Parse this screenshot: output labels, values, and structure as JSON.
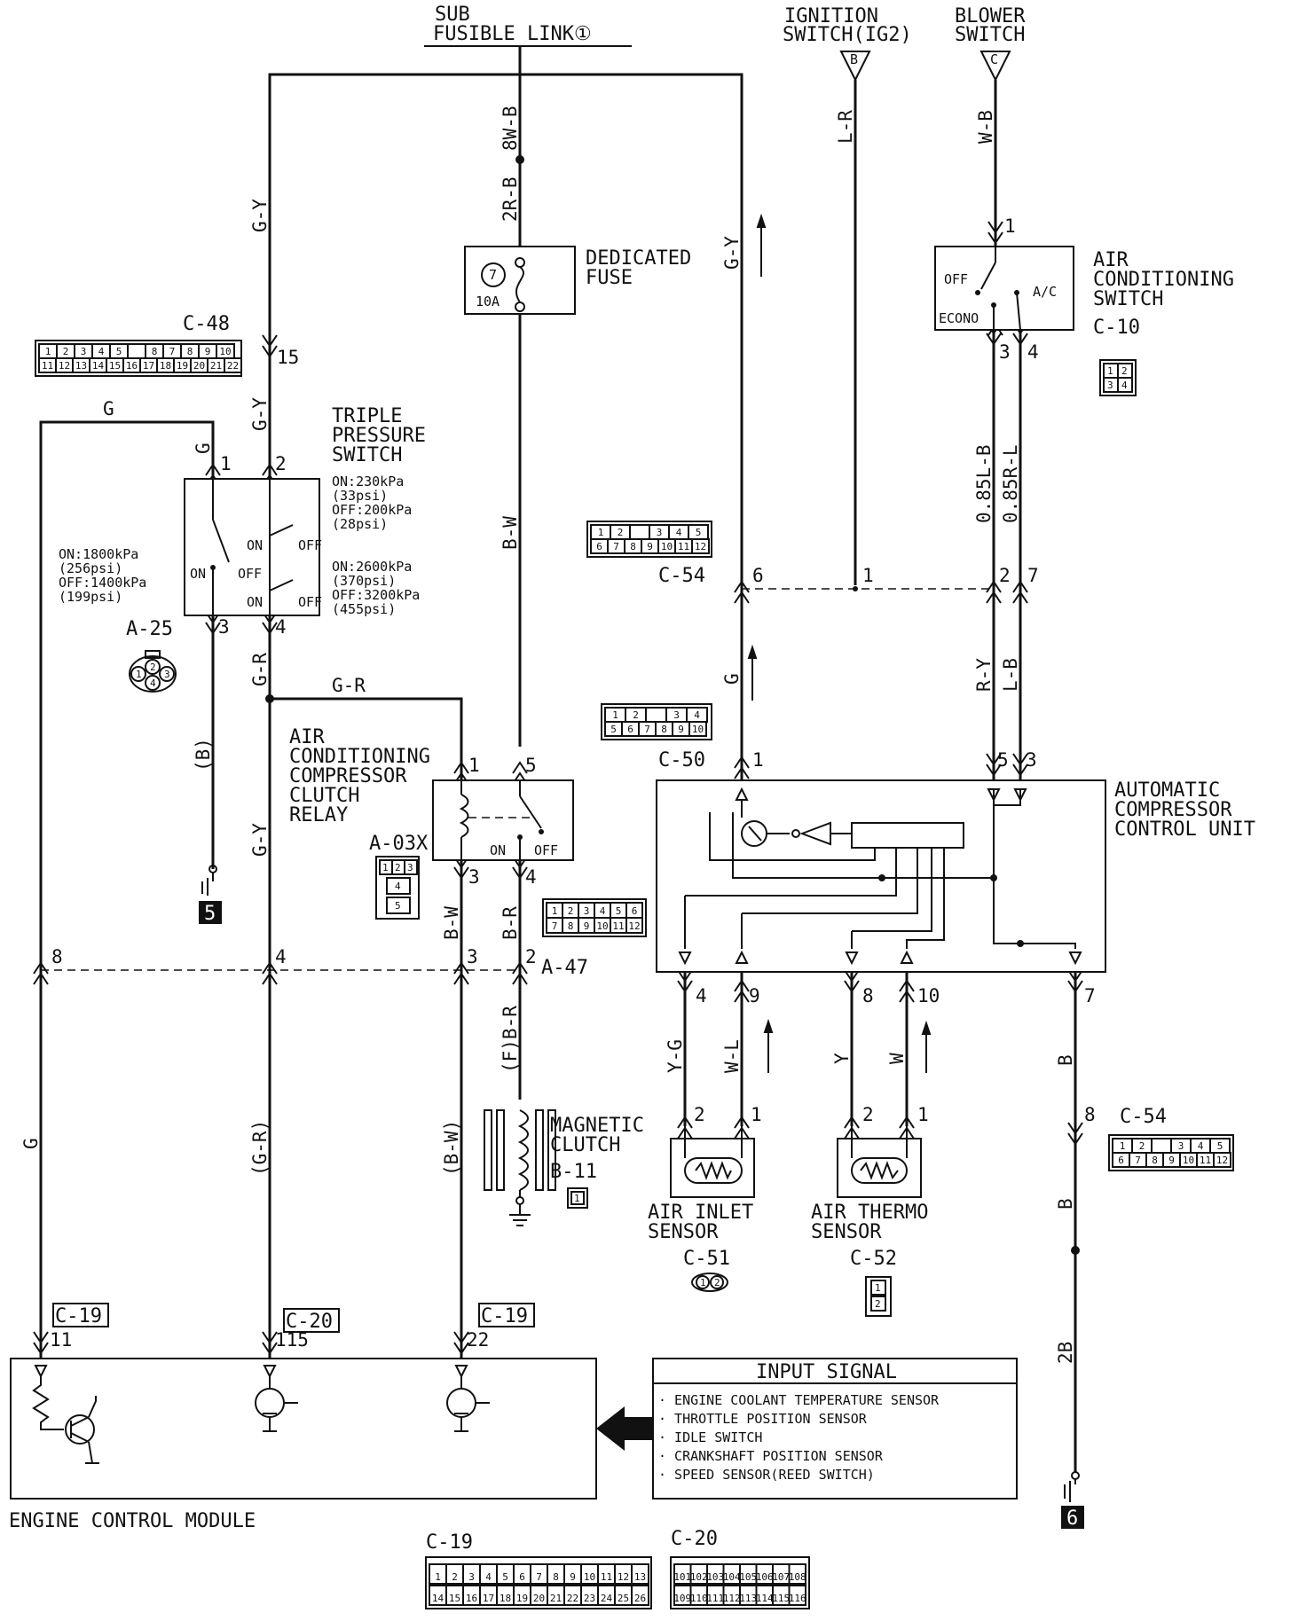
{
  "sources": {
    "sub_fusible_link": [
      "SUB",
      "FUSIBLE LINK①"
    ],
    "ignition_switch": [
      "IGNITION",
      "SWITCH(IG2)"
    ],
    "ignition_switch_ref": "B",
    "blower_switch": [
      "BLOWER",
      "SWITCH"
    ],
    "blower_switch_ref": "C"
  },
  "components": {
    "dedicated_fuse": {
      "label": [
        "DEDICATED",
        "FUSE"
      ],
      "number": "7",
      "rating": "10A"
    },
    "ac_switch": {
      "label": [
        "AIR",
        "CONDITIONING",
        "SWITCH"
      ],
      "id": "C-10",
      "off": "OFF",
      "ac": "A/C",
      "econo": "ECONO"
    },
    "triple_switch": {
      "label": [
        "TRIPLE",
        "PRESSURE",
        "SWITCH"
      ],
      "spec_low": [
        "ON:230kPa",
        "(33psi)",
        "OFF:200kPa",
        "(28psi)"
      ],
      "spec_high": [
        "ON:2600kPa",
        "(370psi)",
        "OFF:3200kPa",
        "(455psi)"
      ],
      "spec_mid": [
        "ON:1800kPa",
        "(256psi)",
        "OFF:1400kPa",
        "(199psi)"
      ],
      "on": "ON",
      "off": "OFF"
    },
    "relay": {
      "label": [
        "AIR",
        "CONDITIONING",
        "COMPRESSOR",
        "CLUTCH",
        "RELAY"
      ],
      "id": "A-03X",
      "on": "ON",
      "off": "OFF"
    },
    "accu": {
      "label": [
        "AUTOMATIC",
        "COMPRESSOR",
        "CONTROL UNIT"
      ]
    },
    "magnetic_clutch": {
      "label": [
        "MAGNETIC",
        "CLUTCH"
      ],
      "id": "B-11",
      "pin": "1"
    },
    "air_inlet_sensor": {
      "label": [
        "AIR INLET",
        "SENSOR"
      ],
      "id": "C-51"
    },
    "air_thermo_sensor": {
      "label": [
        "AIR THERMO",
        "SENSOR"
      ],
      "id": "C-52"
    },
    "ecm": {
      "label": "ENGINE CONTROL MODULE"
    }
  },
  "connectors": {
    "c48": {
      "id": "C-48",
      "top": [
        "1",
        "2",
        "3",
        "4",
        "5",
        "",
        "8",
        "7",
        "8",
        "9",
        "10"
      ],
      "bottom": [
        "11",
        "12",
        "13",
        "14",
        "15",
        "16",
        "17",
        "18",
        "19",
        "20",
        "21",
        "22"
      ]
    },
    "a25": {
      "id": "A-25",
      "pins": [
        "1",
        "2",
        "4",
        "3"
      ]
    },
    "c54": {
      "id": "C-54",
      "top": [
        "1",
        "2",
        "",
        "3",
        "4",
        "5"
      ],
      "bottom": [
        "6",
        "7",
        "8",
        "9",
        "10",
        "11",
        "12"
      ]
    },
    "c50": {
      "id": "C-50",
      "top": [
        "1",
        "2",
        "",
        "3",
        "4"
      ],
      "bottom": [
        "5",
        "6",
        "7",
        "8",
        "9",
        "10"
      ]
    },
    "a03x": {
      "pins": [
        "1",
        "2",
        "3",
        "4",
        "5"
      ]
    },
    "a47": {
      "id": "A-47",
      "top": [
        "1",
        "2",
        "3",
        "4",
        "5",
        "6"
      ],
      "bottom": [
        "7",
        "8",
        "9",
        "10",
        "11",
        "12"
      ]
    },
    "c10": {
      "pins": [
        "1",
        "2",
        "3",
        "4"
      ]
    },
    "c52": {
      "pins": [
        "1",
        "2"
      ]
    },
    "c51": {
      "pins": [
        "1",
        "2"
      ]
    },
    "c19": {
      "id": "C-19",
      "top": [
        "1",
        "2",
        "3",
        "4",
        "5",
        "6",
        "7",
        "8",
        "9",
        "10",
        "11",
        "12",
        "13"
      ],
      "bottom": [
        "14",
        "15",
        "16",
        "17",
        "18",
        "19",
        "20",
        "21",
        "22",
        "23",
        "24",
        "25",
        "26"
      ]
    },
    "c20": {
      "id": "C-20",
      "top": [
        "101",
        "102",
        "103",
        "104",
        "105",
        "106",
        "107",
        "108"
      ],
      "bottom": [
        "109",
        "110",
        "111",
        "112",
        "113",
        "114",
        "115",
        "116"
      ]
    }
  },
  "wires": {
    "fl_8w": "8W-B",
    "fl_2r": "2R-B",
    "gy": "G-Y",
    "bw": "B-W",
    "lr": "L-R",
    "wb": "W-B",
    "l85": "0.85L-B",
    "r85": "0.85R-L",
    "ry": "R-Y",
    "lb": "L-B",
    "g": "G",
    "gr": "G-R",
    "b_paren": "(B)",
    "g_r_paren": "(G-R)",
    "b_w_paren": "(B-W)",
    "br": "B-R",
    "f_br": "(F)B-R",
    "yg": "Y-G",
    "wl": "W-L",
    "y": "Y",
    "w": "W",
    "b": "B",
    "b2": "2B"
  },
  "pins": {
    "p1": "1",
    "p2": "2",
    "p3": "3",
    "p4": "4",
    "p5": "5",
    "p6": "6",
    "p7": "7",
    "p8": "8",
    "p9": "9",
    "p10": "10",
    "p11": "11",
    "p15": "15",
    "p22": "22",
    "p115": "115"
  },
  "grounds": {
    "g5": "5",
    "g6": "6"
  },
  "input_signal": {
    "title": "INPUT SIGNAL",
    "items": [
      "· ENGINE COOLANT TEMPERATURE SENSOR",
      "· THROTTLE POSITION SENSOR",
      "· IDLE SWITCH",
      "· CRANKSHAFT POSITION SENSOR",
      "· SPEED SENSOR(REED SWITCH)"
    ]
  }
}
